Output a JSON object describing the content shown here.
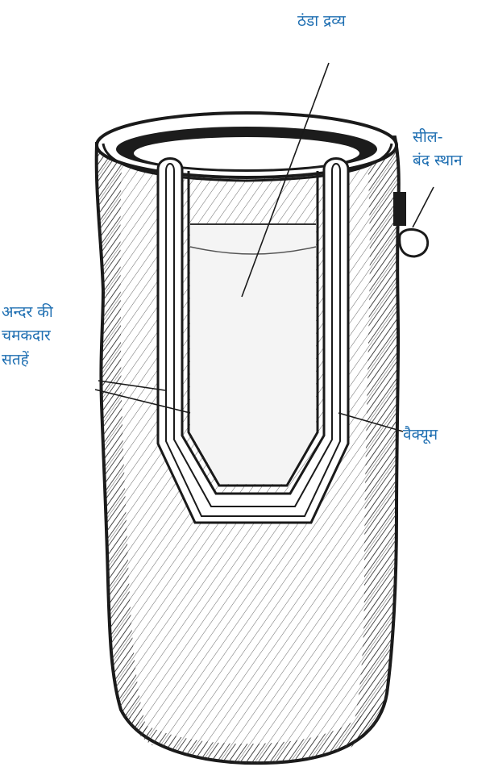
{
  "labels": {
    "cold_liquid": "ठंडा द्रव्य",
    "sealed_place": [
      "सील-",
      "बंद स्थान"
    ],
    "inner_shiny_surfaces": [
      "अन्दर की",
      "चमकदार",
      "सतहें"
    ],
    "vacuum": "वैक्यूम"
  },
  "colors": {
    "label_text": "#1f6fb2",
    "ink": "#1a1a1a",
    "liquid": "#f2f2f2"
  }
}
